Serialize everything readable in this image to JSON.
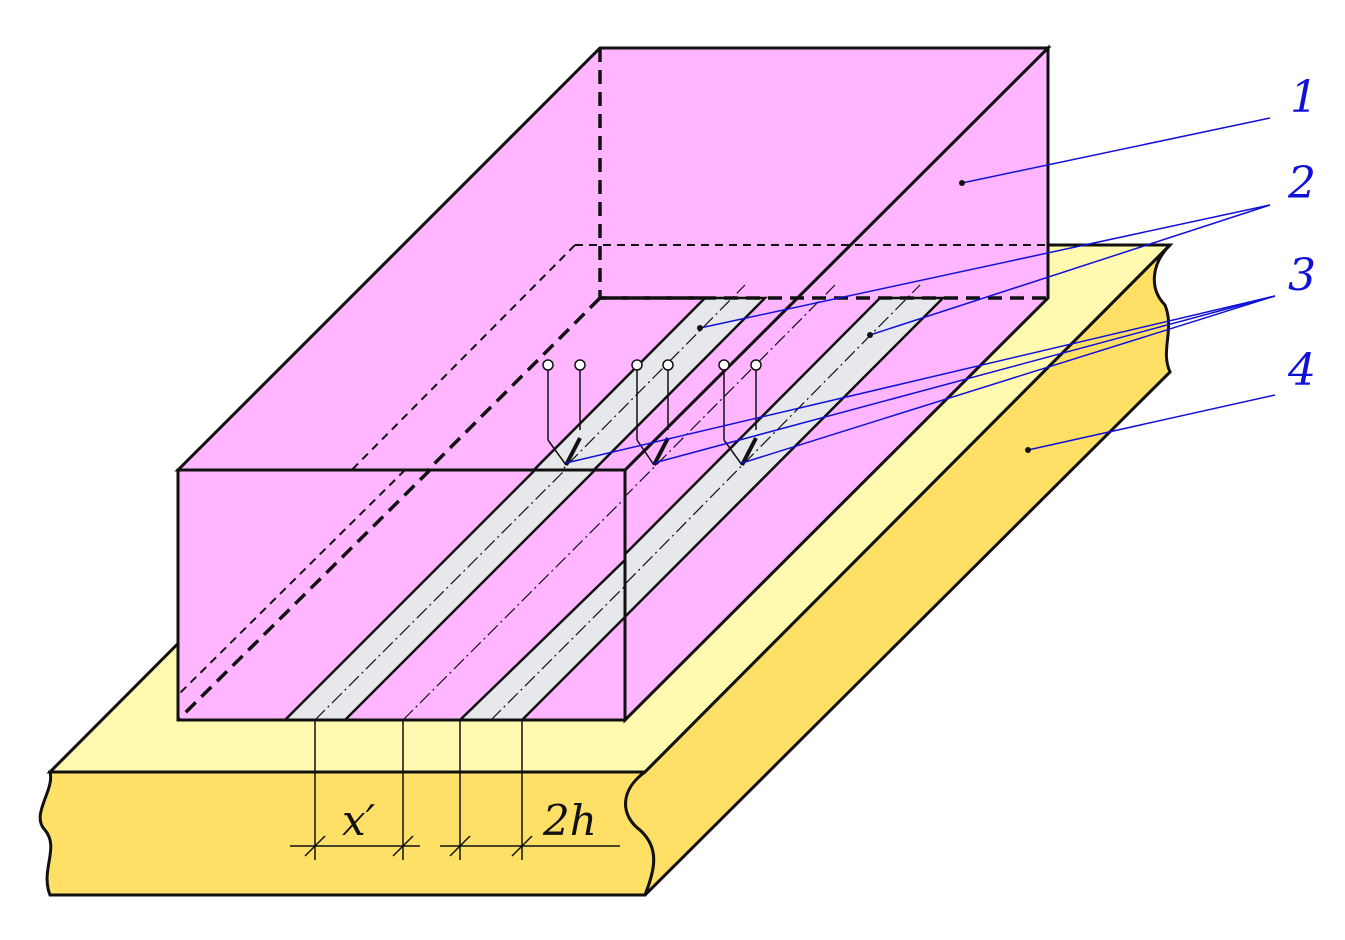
{
  "colors": {
    "block": "#ffb5ff",
    "substrate_top": "#fffab0",
    "substrate_side": "#ffe066",
    "strip": "#e6e8ec",
    "callout": "#1010d8",
    "outline": "#111111"
  },
  "callouts": [
    {
      "id": "1",
      "text": "1"
    },
    {
      "id": "2",
      "text": "2"
    },
    {
      "id": "3",
      "text": "3"
    },
    {
      "id": "4",
      "text": "4"
    }
  ],
  "dimensions": {
    "gap_label": "x′",
    "width_label": "2h"
  }
}
